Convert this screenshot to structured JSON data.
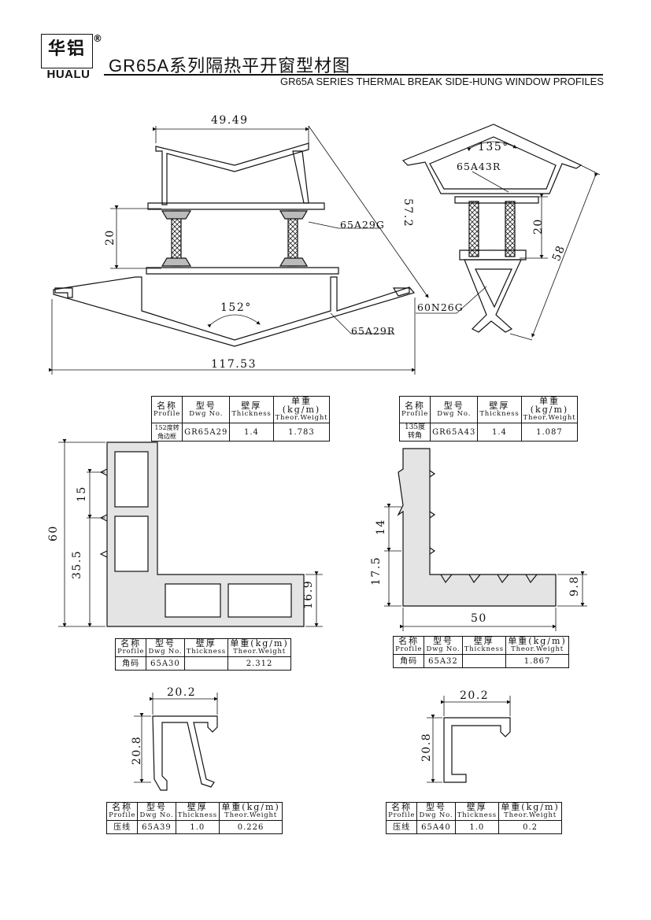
{
  "header": {
    "logo_cn": "华铝",
    "logo_en": "HUALU",
    "registered": "®",
    "title_cn": "GR65A系列隔热平开窗型材图",
    "title_en": "GR65A SERIES THERMAL BREAK  SIDE-HUNG WINDOW PROFILES"
  },
  "drawings": {
    "frame152": {
      "dims": [
        "49.49",
        "57.2",
        "20",
        "117.53"
      ],
      "angle": "152°",
      "labels": [
        "65A29G",
        "65A29R"
      ]
    },
    "corner135": {
      "dims": [
        "20",
        "58"
      ],
      "angle": "135°",
      "labels": [
        "65A43R",
        "60N26G"
      ]
    },
    "cleat30": {
      "dims": [
        "60",
        "15",
        "35.5",
        "16.9"
      ]
    },
    "cleat32": {
      "dims": [
        "14",
        "17.5",
        "9.8",
        "50"
      ]
    },
    "bead39": {
      "dims": [
        "20.2",
        "20.8"
      ]
    },
    "bead40": {
      "dims": [
        "20.2",
        "20.8"
      ]
    }
  },
  "table_headers": {
    "profile_cn": "名称",
    "profile_en": "Profile",
    "dwg_cn": "型号",
    "dwg_en": "Dwg No.",
    "thick_cn": "壁厚",
    "thick_en": "Thickness",
    "weight_cn": "单重(kg/m)",
    "weight_en": "Theor.Weight"
  },
  "tables": [
    {
      "profile": "152度转角边框",
      "dwg": "GR65A29",
      "thickness": "1.4",
      "weight": "1.783"
    },
    {
      "profile": "135度转角",
      "dwg": "GR65A43",
      "thickness": "1.4",
      "weight": "1.087"
    },
    {
      "profile": "角码",
      "dwg": "65A30",
      "thickness": "",
      "weight": "2.312"
    },
    {
      "profile": "角码",
      "dwg": "65A32",
      "thickness": "",
      "weight": "1.867"
    },
    {
      "profile": "压线",
      "dwg": "65A39",
      "thickness": "1.0",
      "weight": "0.226"
    },
    {
      "profile": "压线",
      "dwg": "65A40",
      "thickness": "1.0",
      "weight": "0.2"
    }
  ]
}
